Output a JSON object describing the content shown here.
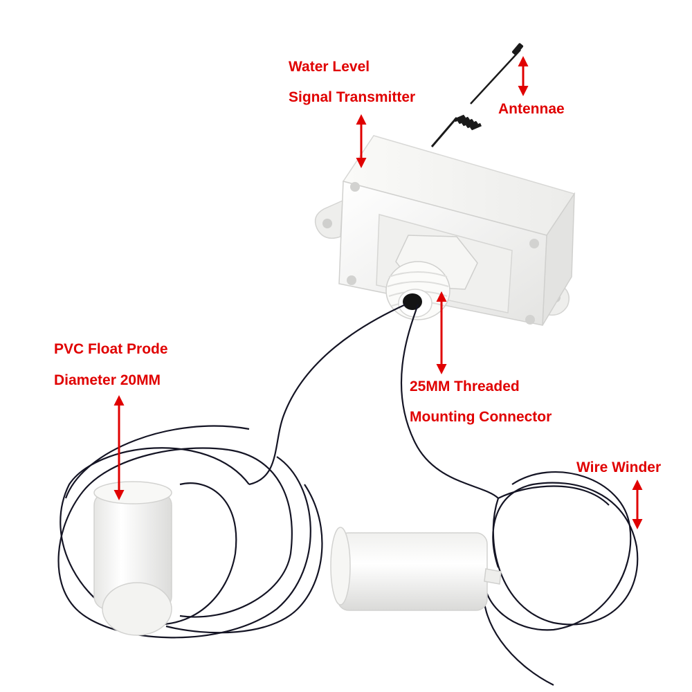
{
  "colors": {
    "label": "#e00000",
    "arrow": "#e00000",
    "cable": "#141424",
    "housing": "#f3f3f1",
    "float": "#f4f4f2"
  },
  "labels": {
    "water_level": "Water Level",
    "signal_transmitter": "Signal Transmitter",
    "antennae": "Antennae",
    "pvc_float": "PVC Float Prode",
    "diameter": "Diameter 20MM",
    "threaded": "25MM Threaded",
    "mounting": "Mounting Connector",
    "wire_winder": "Wire Winder"
  }
}
